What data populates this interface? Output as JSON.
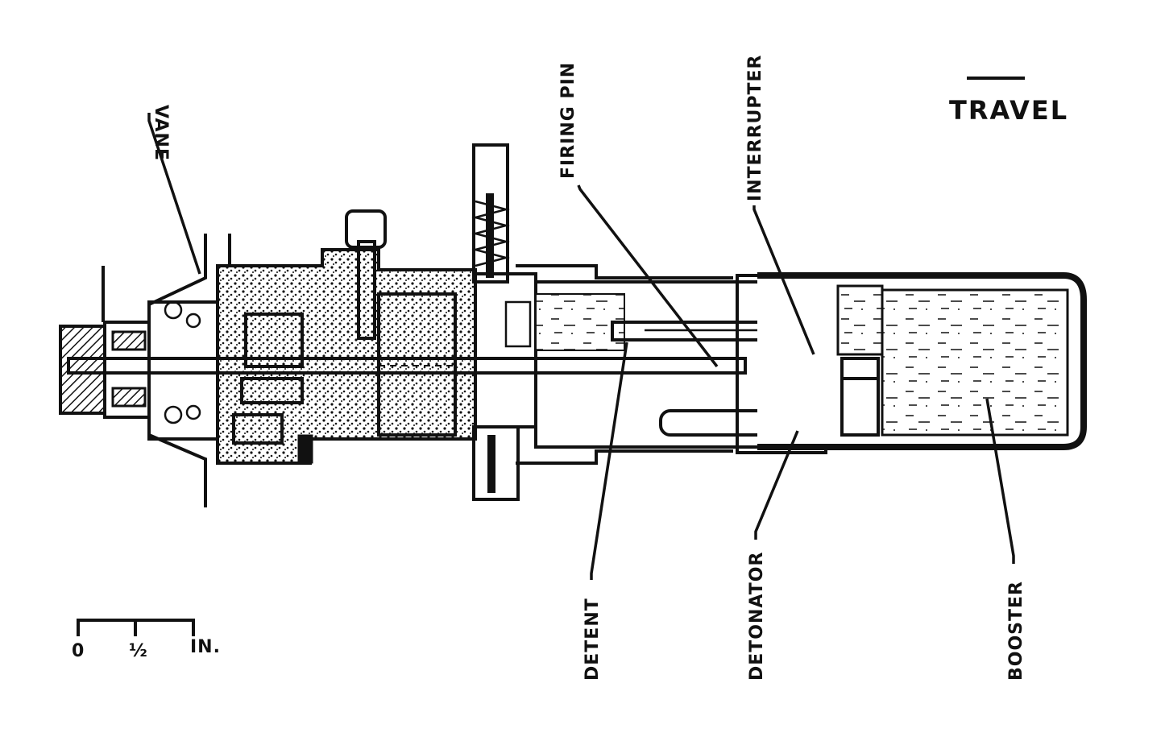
{
  "labels": {
    "vane": "VANE",
    "firing_pin": "FIRING PIN",
    "interrupter": "INTERRUPTER",
    "detent": "DETENT",
    "detonator": "DETONATOR",
    "booster": "BOOSTER",
    "travel": "TRAVEL"
  },
  "scale": {
    "zero": "0",
    "half": "½",
    "unit": "IN."
  },
  "colors": {
    "ink": "#111111",
    "paper": "#ffffff"
  }
}
